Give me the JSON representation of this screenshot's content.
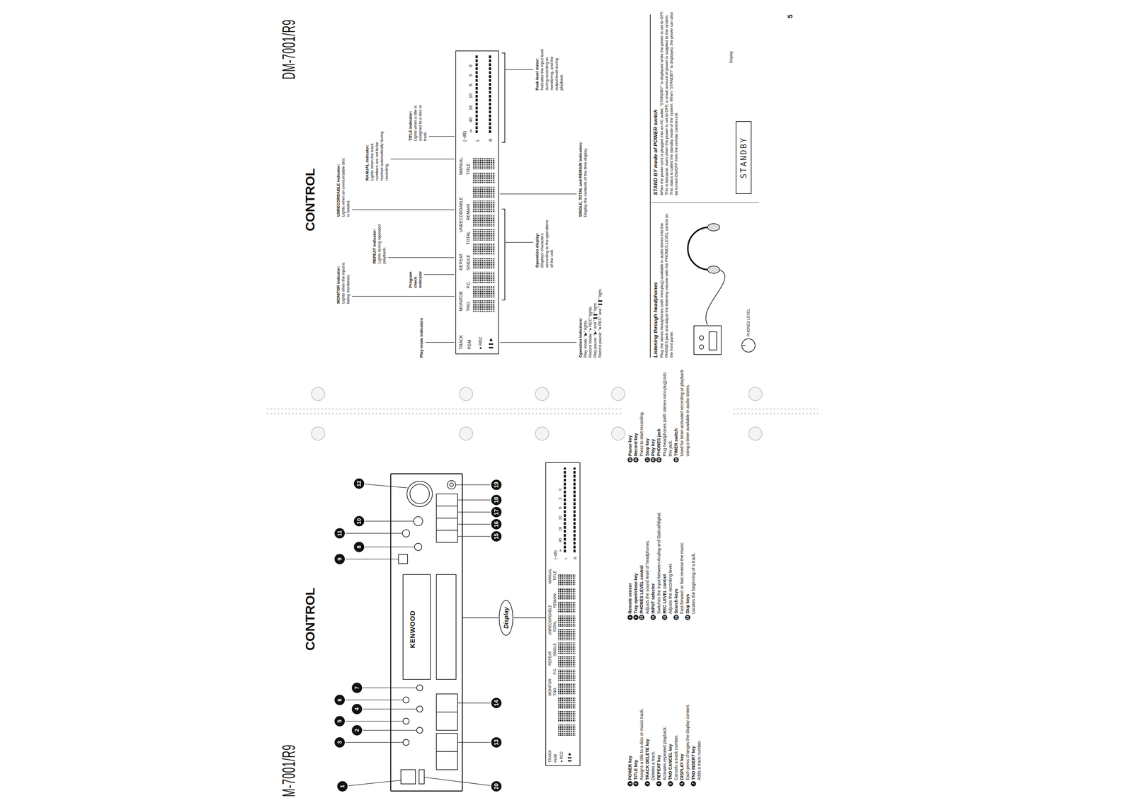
{
  "diagram": {
    "nodes": [
      {
        "text": [
          "KENWOOD"
        ]
      },
      {
        "text": [
          "Display"
        ]
      },
      {
        "text": [
          "TRACK",
          "PGM",
          "● REC",
          "❚❚ ▶",
          "MONITOR",
          "REPEAT",
          "UNRECORDABLE",
          "MANUAL",
          "TNO.",
          "P.C.",
          "SINGLE",
          "TOTAL",
          "REMAIN",
          "TITLE",
          "(−dB)",
          "∞ 40 18 10 6 3 0",
          "L",
          "R"
        ]
      },
      {
        "text": [
          "TRACK",
          "PGM",
          "● REC",
          "❚❚ ▶",
          "MONITOR",
          "REPEAT",
          "UNRECORDABLE",
          "MANUAL",
          "TNO.",
          "P.C.",
          "SINGLE",
          "TOTAL",
          "REMAIN",
          "TITLE",
          "(−dB)",
          "∞ 40 18 10 6 3 0",
          "L",
          "R"
        ]
      },
      {
        "text": [
          "Display",
          "STANDBY"
        ]
      }
    ],
    "edges": [
      {
        "from": 0,
        "to": 1,
        "arrow": "none"
      },
      {
        "from": 1,
        "to": 2,
        "arrow": "none"
      }
    ],
    "labels": [
      "M-7001/R9",
      "CONTROL",
      "DM-7001/R9",
      "CONTROL",
      "1",
      "2",
      "3",
      "4",
      "5",
      "6",
      "7",
      "8",
      "9",
      "10",
      "11",
      "12",
      "13",
      "14",
      "15",
      "16",
      "17",
      "18",
      "19",
      "20",
      "1",
      "POWER key",
      "2",
      "TITLE key",
      "Assigns a title to a disc or music track.",
      "3",
      "TRACK DELETE key",
      "Deletes a track.",
      "4",
      "REPEAT key",
      "Activates repeated playback.",
      "5",
      "TNO CANCEL key",
      "Cancels a track number.",
      "6",
      "DISPLAY key",
      "Each press changes the display content.",
      "7",
      "TNO INSERT key",
      "Adds a track number.",
      "8",
      "Remote sensor",
      "9",
      "Tray open/close key",
      "10",
      "PHONES LEVEL control",
      "Adjusts the sound level of headphones.",
      "11",
      "INPUT selector",
      "Switches the input between Analog and Optical/digital.",
      "12",
      "REC LEVEL control",
      "Adjusts the recording level.",
      "13",
      "Search keys",
      "Fast forward or fast reverse the music.",
      "14",
      "Skip keys",
      "Locates the beginning of a track.",
      "15",
      "Pause key",
      "16",
      "Record key",
      "Press to start recording.",
      "17",
      "Stop key",
      "18",
      "Play key",
      "19",
      "PHONES jack",
      "Plug headphones (with stereo mini-plug) into this jack.",
      "20",
      "TIMER switch",
      "Used for timer-activated recording or playback using a timer available in audio stores.",
      "Play mode indicators",
      "MONITOR indicator:",
      "Lights when the input is being monitored.",
      "REPEAT indicator:",
      "Lights during repeated playback.",
      "Program check indicator",
      "UNRECORDABLE indicator:",
      "Lights when an unrecordable disc is loaded.",
      "MANUAL indicator:",
      "Lights when the track numbers are not to be marked automatically during recording.",
      "TITLE indicator:",
      "Lights when a title is assigned to a disc or track.",
      "Peak level meter:",
      "Indicates the input level during recording or monitoring, and the output level during playback.",
      "Operation display:",
      "Displays characters according to the operations of the unit.",
      "SINGLE, TOTAL and REMAIN indicators:",
      "Display the contents of the time display.",
      "Operation indicators:",
      "Play mode: \"▶\" lights.",
      "Record mode: \"● REC\" lights.",
      "Play-pause: \"▶\" and \"❚❚\" light.",
      "Record-pause: \"● REC\" and \"❚❚\" light.",
      "Listening through headphones",
      "Plug the stereo headphones (with mini-plug) available in audio stores into the PHONES jack and adjust the listening volume with the PHONES LEVEL control on the front panel.",
      "PHONES LEVEL",
      "STAND BY mode of POWER switch",
      "When the power cord is plugged into an AC outlet, \"STANDBY\" is displayed while the power is set to OFF. This is because, even when the power is set to OFF, a small amount of power is supplied to the system. This status is called the standby mode of the system. When \"STANDBY\" is displayed, the power can also be turned ON/OFF from the remote control unit.",
      "5"
    ]
  }
}
